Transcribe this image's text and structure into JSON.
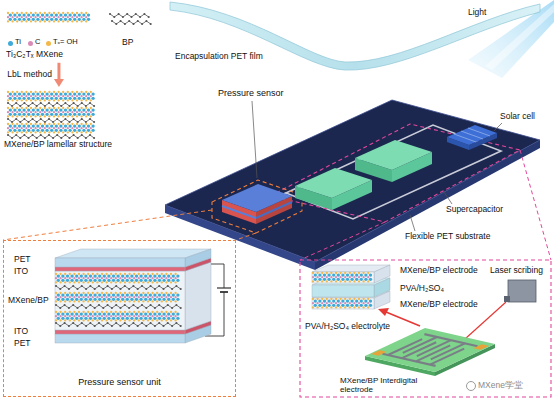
{
  "diagram": {
    "nodes": [
      {
        "text": [
          "Ti₃C₂Tₓ MXene"
        ]
      },
      {
        "text": [
          "BP"
        ]
      },
      {
        "text": [
          "MXene/BP lamellar structure"
        ]
      },
      {
        "text": [
          "Pressure sensor unit"
        ]
      }
    ],
    "edges": [
      {
        "from": 0,
        "to": 2,
        "arrow": "to",
        "label": "LbL method"
      }
    ],
    "labels": [
      "Light",
      "Encapsulation PET film",
      "Solar cell",
      "Pressure sensor",
      "Supercapacitor",
      "Flexible PET substrate",
      "PET",
      "ITO",
      "MXene/BP",
      "ITO",
      "PET",
      "MXene/BP electrode",
      "PVA/H₂SO₄",
      "MXene/BP electrode",
      "PVA/H₂SO₄ electrolyte",
      "Laser scribing",
      "MXene/BP Interdigital electrode",
      "MXene学堂"
    ],
    "legend": [
      {
        "text": "Ti",
        "color": "#3fa9d8"
      },
      {
        "text": "C",
        "color": "#d98bb8"
      },
      {
        "text": "Tₓ= OH",
        "color": "#f2b84b"
      }
    ]
  }
}
